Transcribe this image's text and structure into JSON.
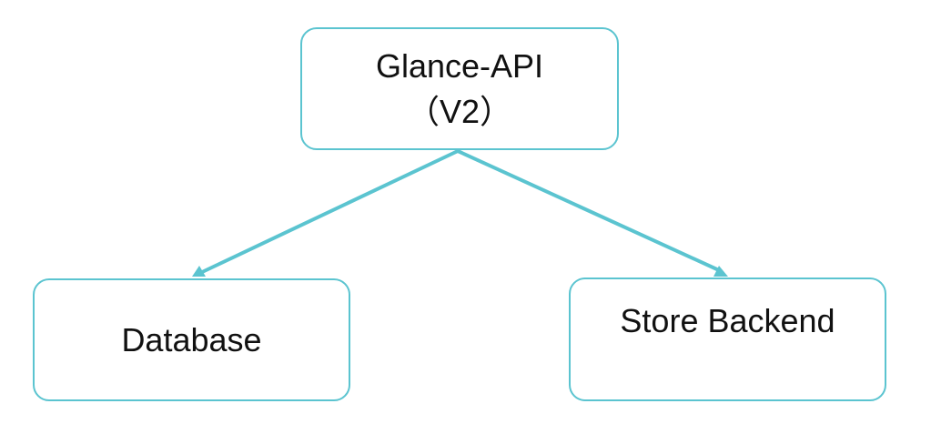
{
  "diagram": {
    "nodes": {
      "api": {
        "title": "Glance-API",
        "subtitle": "（V2）"
      },
      "database": {
        "label": "Database"
      },
      "store": {
        "label": "Store Backend"
      }
    },
    "edges": [
      {
        "from": "Glance-API",
        "to": "Database"
      },
      {
        "from": "Glance-API",
        "to": "Store Backend"
      }
    ],
    "colors": {
      "border": "#5bc4d0",
      "arrow": "#5bc4d0",
      "text": "#111111"
    }
  }
}
